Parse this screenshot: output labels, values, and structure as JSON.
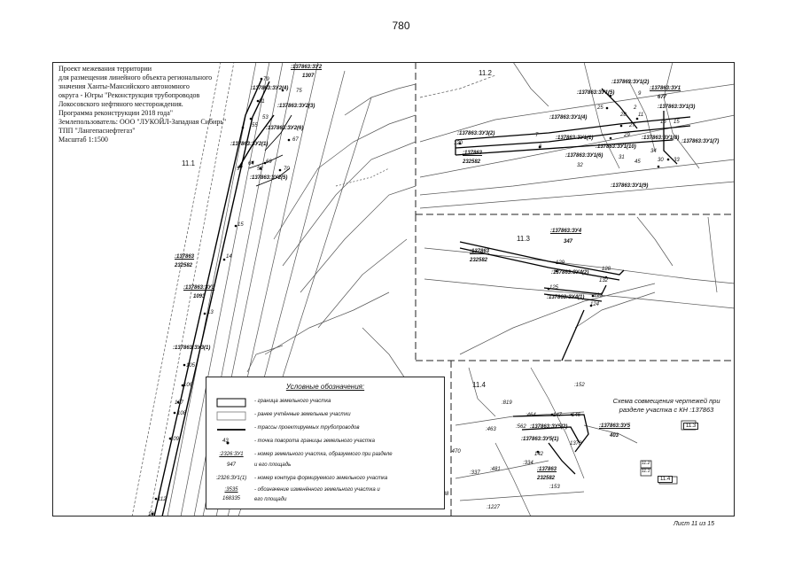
{
  "page_number": "780",
  "project_block": {
    "lines": [
      "Проект межевания территории",
      "для размещения линейного объекта регионального",
      "значения Ханты-Мансийского автономного",
      "округа - Югры \"Реконструкция трубопроводов",
      "Локосовского нефтяного месторождения.",
      "Программа реконструкции 2018 года\"",
      "Землепользователь: ООО \"ЛУКОЙЛ-Западная Сибирь\"",
      "ТПП \"Лангепаснефтегаз\"",
      "Масштаб 1:1500"
    ]
  },
  "zones": {
    "z11_1": "11.1",
    "z11_2": "11.2",
    "z11_3": "11.3",
    "z11_4": "11.4"
  },
  "parcels": {
    "zu2_code": ":137863:ЗУ2",
    "zu2_area": "1307",
    "zu2_4": ":137863:ЗУ2(4)",
    "zu2_3": ":137863:ЗУ2(3)",
    "zu2_6": ":137863:ЗУ2(6)",
    "zu2_1": ":137863:ЗУ2(1)",
    "zu2_5": ":137863:ЗУ2(5)",
    "k137863": ":137863",
    "k232582": "232582",
    "zu3_code": ":137863:ЗУ3",
    "zu3_area": "1093",
    "zu3_1": ":137863:ЗУ3(1)",
    "zu1_2": ":137863:ЗУ1(2)",
    "zu1_code": ":137863:ЗУ1",
    "zu1_area": "677",
    "zu1_5": ":137863:ЗУ1(5)",
    "zu1_3": ":137863:ЗУ1(3)",
    "zu1_4": ":137863:ЗУ1(4)",
    "zu3_2": ":137863:ЗУ3(2)",
    "zu1_1": ":137863:ЗУ1(1)",
    "zu1_8": ":137863:ЗУ1(8)",
    "zu1_7": ":137863:ЗУ1(7)",
    "zu1_10": ":137863:ЗУ1(10)",
    "zu1_6": ":137863:ЗУ1(6)",
    "zu1_9": ":137863:ЗУ1(9)",
    "k137863_b": ":137863",
    "k232582_b": "232582",
    "zu4_code": ":137863:ЗУ4",
    "zu4_area": "347",
    "k137863_c": ":137863",
    "k232582_c": "232582",
    "zu4_2": ":137863:ЗУ4(2)",
    "zu4_1": ":137863:ЗУ4(1)",
    "k152": ":152",
    "k819": ":819",
    "k464": ":464",
    "k463": ":463",
    "k562": ":562",
    "zu5_2": ":137863:ЗУ5(2)",
    "zu5_code": ":137863:ЗУ5",
    "zu5_area": "403",
    "zu5_1": ":137863:ЗУ5(1)",
    "k470": ":470",
    "k334": ":334",
    "k337": ":337",
    "k481": ":481",
    "k137863_d": ":137863",
    "k232582_d": "232582",
    "k153": ":153",
    "k38": ":38",
    "k1227": ":1227"
  },
  "points": {
    "p79": "79",
    "p75": "75",
    "p81": "81",
    "p53": "53",
    "p55": "55",
    "p67": "67",
    "p64": "64",
    "p69": "69",
    "p57": "57",
    "p52": "52",
    "p70": "70",
    "p15": "15",
    "p14": "14",
    "p13": "13",
    "p105": "105",
    "p106": "106",
    "p107": "107",
    "p108": "108",
    "p109": "109",
    "p112": "112",
    "p10": "10",
    "p9": "9",
    "p25": "25",
    "p2": "2",
    "p28": "28",
    "p11": "11",
    "p16": "16",
    "p15b": "15",
    "p27": "27",
    "p7": "7",
    "p29": "29",
    "p120": "120",
    "p6": "6",
    "p31": "31",
    "p34": "34",
    "p45": "45",
    "p30": "30",
    "p33": "33",
    "p32": "32",
    "p129": "129",
    "p128": "128",
    "p132": "132",
    "p125": "125",
    "p123": "123",
    "p124": "124",
    "p147": "147",
    "p146": "146",
    "p142": "142",
    "p1378": "1378"
  },
  "legend": {
    "title": "Условные обозначения:",
    "items": [
      "- граница земельного участка",
      "- ранее учтённые земельные участки",
      "- трассы проектируемых трубопроводов",
      "- точка поворота границы земельного участка",
      "- номер земельного участка, образуемого при разделе",
      "и его площадь",
      "- номер контура формируемого земельного участка",
      "- обозначение изменённого земельного участка и",
      "его площади"
    ],
    "point_sample": "43",
    "code_sample": ":2326:ЗУ1",
    "code_sample_area": "947",
    "contour_sample": ":2326:ЗУ1(1)",
    "changed_sample": ":3535",
    "changed_sample_area": "168335"
  },
  "scheme": {
    "line1": "Схема совмещения чертежей при",
    "line2": "разделе участка с КН :137863",
    "box1": "11.3",
    "box2": "11.4",
    "box3": "11.2",
    "box4": "11.1"
  },
  "footer": "Лист 11 из 15"
}
